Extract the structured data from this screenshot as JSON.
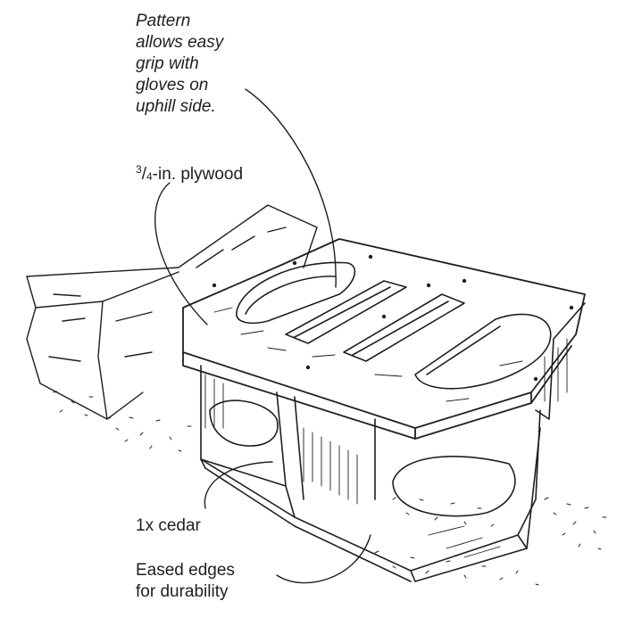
{
  "labels": {
    "pattern_note": [
      "Pattern",
      "allows easy",
      "grip with",
      "gloves on",
      "uphill side."
    ],
    "plywood": {
      "numerator": "3",
      "denominator": "4",
      "text": "-in. plywood"
    },
    "cedar": "1x cedar",
    "eased_edges": [
      "Eased edges",
      "for durability"
    ]
  },
  "colors": {
    "ink": "#1f1f1f",
    "paper": "#ffffff"
  }
}
